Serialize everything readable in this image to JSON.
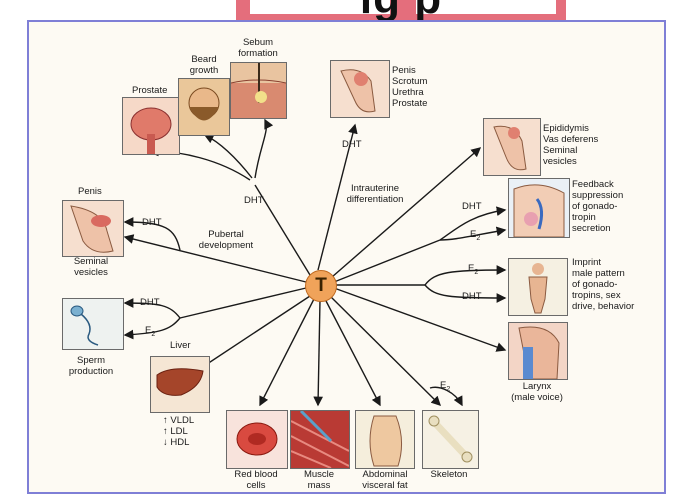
{
  "banner": {
    "text": "ig  p"
  },
  "center": {
    "label": "T"
  },
  "labels": {
    "sebum": "Sebum\nformation",
    "beard": "Beard\ngrowth",
    "prostate": "Prostate",
    "top_organs": "Penis\nScrotum\nUrethra\nProstate",
    "top_dht": "DHT",
    "intrauterine": "Intrauterine\ndifferentiation",
    "upper_left_dht": "DHT",
    "penis_top": "Penis",
    "seminal_bottom": "Seminal\nvesicles",
    "left_dht1": "DHT",
    "pubertal": "Pubertal\ndevelopment",
    "epididymis": "Epididymis\nVas deferens\nSeminal\nvesicles",
    "feedback": "Feedback\nsuppression\nof gonado-\ntropin\nsecretion",
    "right_dht1": "DHT",
    "right_e2_1": "E",
    "imprint": "Imprint\nmale pattern\nof gonado-\ntropins, sex\ndrive, behavior",
    "right_e2_2": "E",
    "right_dht2": "DHT",
    "sperm_dht": "DHT",
    "sperm_e2": "E",
    "sperm": "Sperm\nproduction",
    "liver": "Liver",
    "lipids": "↑ VLDL\n↑ LDL\n↓ HDL",
    "larynx": "Larynx\n(male voice)",
    "bottom_e2": "E",
    "red_blood": "Red blood\ncells",
    "muscle": "Muscle\nmass",
    "abdominal": "Abdominal\nvisceral fat",
    "skeleton": "Skeleton",
    "sub2": "2"
  }
}
